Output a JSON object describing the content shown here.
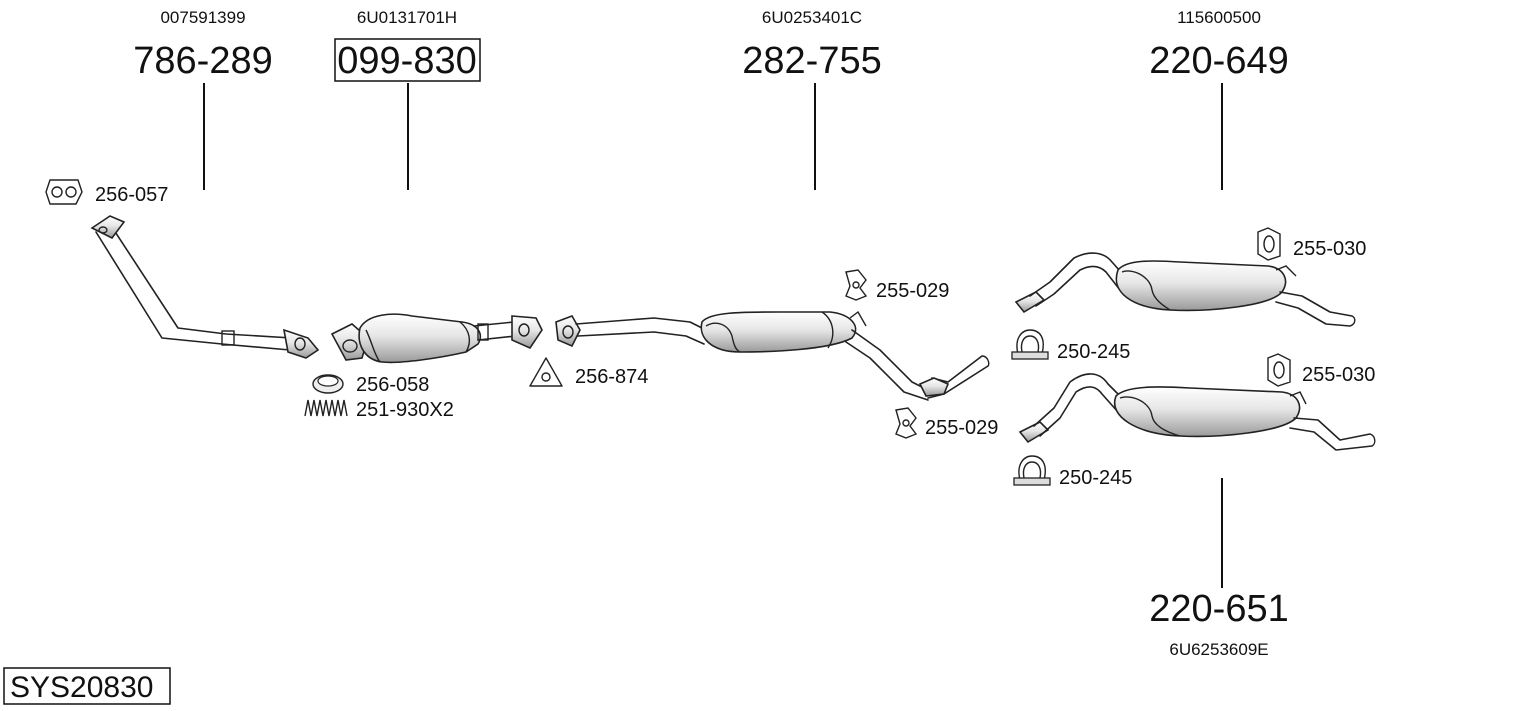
{
  "main_parts": [
    {
      "oem": "007591399",
      "number": "786-289",
      "boxed": false
    },
    {
      "oem": "6U0131701H",
      "number": "099-830",
      "boxed": true
    },
    {
      "oem": "6U0253401C",
      "number": "282-755",
      "boxed": false
    },
    {
      "oem": "115600500",
      "number": "220-649",
      "boxed": false
    },
    {
      "oem": "6U6253609E",
      "number": "220-651",
      "boxed": false
    }
  ],
  "accessories": [
    {
      "label": "256-057",
      "icon": "flange-gasket-icon"
    },
    {
      "label": "256-058",
      "icon": "ring-gasket-icon"
    },
    {
      "label": "251-930X2",
      "icon": "spring-icon"
    },
    {
      "label": "256-874",
      "icon": "triangle-gasket-icon"
    },
    {
      "label": "255-029",
      "icon": "rubber-mount-icon"
    },
    {
      "label": "255-029",
      "icon": "rubber-mount-icon"
    },
    {
      "label": "255-030",
      "icon": "rubber-hanger-icon"
    },
    {
      "label": "255-030",
      "icon": "rubber-hanger-icon"
    },
    {
      "label": "250-245",
      "icon": "clamp-icon"
    },
    {
      "label": "250-245",
      "icon": "clamp-icon"
    }
  ],
  "system_id": "SYS20830"
}
